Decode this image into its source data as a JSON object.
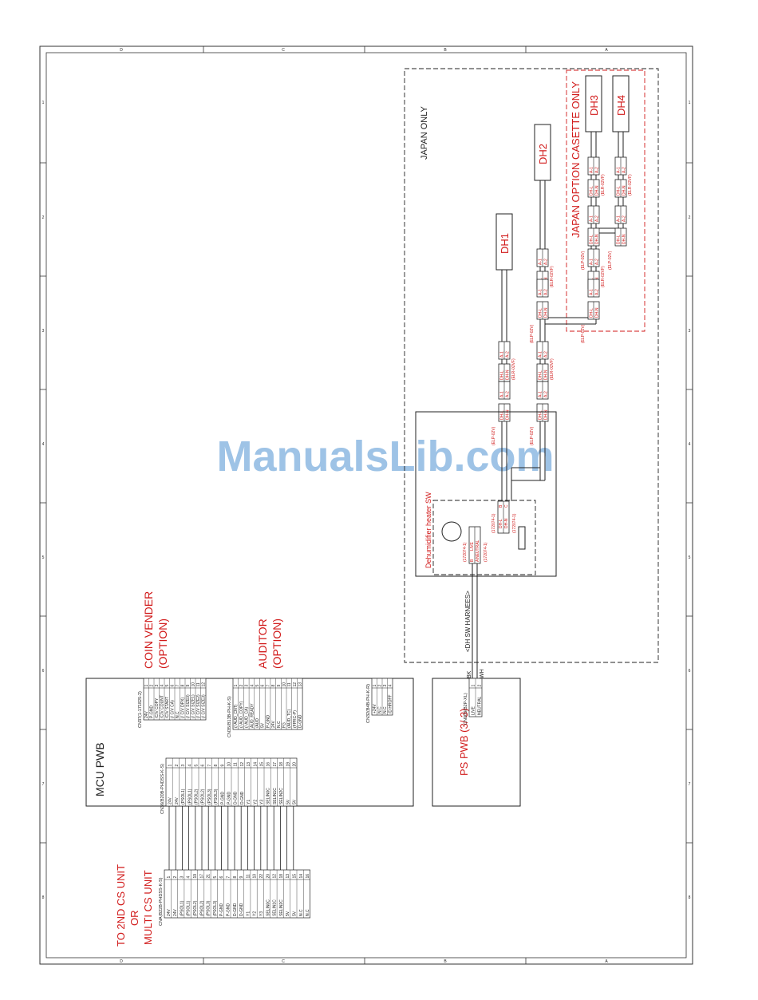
{
  "watermark": "ManualsLib.com",
  "colors": {
    "ink": "#222222",
    "schematic_red": "#d11a1a",
    "watermark": "#9ec3e6"
  },
  "border_letters": [
    "D",
    "C",
    "B",
    "A"
  ],
  "border_numbers": [
    "1",
    "2",
    "3",
    "4",
    "5",
    "6",
    "7",
    "8"
  ],
  "regions": {
    "japan_only": "JAPAN ONLY",
    "japan_option": "JAPAN OPTION CASETTE ONLY",
    "dh_sw_harness": "<DH SW HARNEES>"
  },
  "heaters": {
    "dh1": "DH1",
    "dh2": "DH2",
    "dh3": "DH3",
    "dh4": "DH4"
  },
  "connector_pins": {
    "a1": "A-1",
    "a2": "A-2",
    "dh_l": "DH-L",
    "dh_n": "DH-N"
  },
  "elr": "(ELR-02VF)",
  "elp": "(ELP-02V)",
  "dehumid": {
    "title": "Dehumidifier heater SW",
    "left_pins": [
      "LIVE",
      "NEUTRAL"
    ],
    "left_ids": [
      "B",
      "A"
    ],
    "left_part_a": "(172074-1)",
    "left_part_b": "(172074-1)",
    "right_pins": [
      "DH-L",
      "DH-N"
    ],
    "right_ids": [
      "B",
      "C"
    ],
    "right_part_a": "(172074-1)",
    "right_part_b": "(172074-1)"
  },
  "mcu": {
    "title": "MCU PWB",
    "coin_vender": [
      "COIN VENDER",
      "(OPTION)"
    ],
    "auditor": [
      "AUDITOR",
      "(OPTION)"
    ],
    "cn37_label": "CN37(1-171825-2)",
    "cn37": [
      {
        "name": "24V",
        "pin": "1"
      },
      {
        "name": "P-GND",
        "pin": "2"
      },
      {
        "name": "/C/V COPY",
        "pin": "3"
      },
      {
        "name": "/C/V COUNT",
        "pin": "4"
      },
      {
        "name": "/C/V START",
        "pin": "5"
      },
      {
        "name": "(/ C/V CA)",
        "pin": "6"
      },
      {
        "name": "N.C",
        "pin": "7"
      },
      {
        "name": "(/ C/V DPX)",
        "pin": "8"
      },
      {
        "name": "(/ C/V SIZE0)",
        "pin": "9"
      },
      {
        "name": "(/ C/V SIZE1)",
        "pin": "10"
      },
      {
        "name": "(/ C/V SIZE2)",
        "pin": "11"
      },
      {
        "name": "(/ C/V SIZE3)",
        "pin": "12"
      }
    ],
    "cn35_label": "CN35(B13B-PH-K-S)",
    "cn35": [
      {
        "name": "(/ AUD_CNT)",
        "pin": "1"
      },
      {
        "name": "(/ AUD_COPY)",
        "pin": "2"
      },
      {
        "name": "(/ AUD_CA)",
        "pin": "3"
      },
      {
        "name": "AUD_READY",
        "pin": "4"
      },
      {
        "name": "/AUD",
        "pin": "5"
      },
      {
        "name": "5V",
        "pin": "6"
      },
      {
        "name": "P-GND",
        "pin": "7"
      },
      {
        "name": "24V",
        "pin": "8"
      },
      {
        "name": "N.C",
        "pin": "9"
      },
      {
        "name": "FG",
        "pin": "10"
      },
      {
        "name": "(AUD_TC)",
        "pin": "11"
      },
      {
        "name": "(FPRC-P)",
        "pin": "12"
      },
      {
        "name": "D-GND",
        "pin": "13"
      }
    ],
    "cn32_label": "CN32(B4B-PH-K-R)",
    "cn32": [
      {
        "name": "+24V",
        "pin": "1"
      },
      {
        "name": "N.C",
        "pin": "2"
      },
      {
        "name": "N.C",
        "pin": "3"
      },
      {
        "name": "/D HROFF",
        "pin": "4"
      }
    ],
    "cn36_label": "CN36(B20B-PHDSS-K-S)",
    "cn36": [
      {
        "name": "24V",
        "pin": "1"
      },
      {
        "name": "24V",
        "pin": "2"
      },
      {
        "name": "(PSOL1)",
        "pin": "3"
      },
      {
        "name": "(PSOL1)",
        "pin": "4"
      },
      {
        "name": "(PSOL2)",
        "pin": "5"
      },
      {
        "name": "(PSOL2)",
        "pin": "6"
      },
      {
        "name": "(PSOL3)",
        "pin": "7"
      },
      {
        "name": "(PSOL3)",
        "pin": "8"
      },
      {
        "name": "P-GND",
        "pin": "9"
      },
      {
        "name": "P-GND",
        "pin": "10"
      },
      {
        "name": "D-GND",
        "pin": "11"
      },
      {
        "name": "D-GND",
        "pin": "12"
      },
      {
        "name": "Y1",
        "pin": "13"
      },
      {
        "name": "Y2",
        "pin": "14"
      },
      {
        "name": "Y3",
        "pin": "15"
      },
      {
        "name": "SELIN0C",
        "pin": "16"
      },
      {
        "name": "SELIN1C",
        "pin": "17"
      },
      {
        "name": "SELIN2C",
        "pin": "18"
      },
      {
        "name": "5V",
        "pin": "19"
      },
      {
        "name": "5V",
        "pin": "20"
      }
    ]
  },
  "ps": {
    "title": "PS PWB (3/ 3)",
    "cn_label": "CN003(B2P-XL)",
    "pins": [
      {
        "name": "LIVE",
        "pin": "1"
      },
      {
        "name": "NEUTRAL",
        "pin": "2"
      }
    ],
    "wire_bk": "BK",
    "wire_wh": "WH"
  },
  "cs": {
    "title": [
      "TO 2ND CS UNIT",
      "OR",
      "MULTI CS UNIT"
    ],
    "cn_label": "CNA(B22B-PHDSS-K-S)",
    "pins": [
      {
        "name": "24V",
        "pin": "1"
      },
      {
        "name": "24V",
        "pin": "2"
      },
      {
        "name": "(PSOL1)",
        "pin": "3"
      },
      {
        "name": "(PSOL1)",
        "pin": "4"
      },
      {
        "name": "(PSOL2)",
        "pin": "19"
      },
      {
        "name": "(PSOL2)",
        "pin": "17"
      },
      {
        "name": "(PSOL3)",
        "pin": "21"
      },
      {
        "name": "(PSOL3)",
        "pin": "5"
      },
      {
        "name": "P-GND",
        "pin": "6"
      },
      {
        "name": "P-GND",
        "pin": "7"
      },
      {
        "name": "D-GND",
        "pin": "8"
      },
      {
        "name": "D-GND",
        "pin": "9"
      },
      {
        "name": "Y1",
        "pin": "11"
      },
      {
        "name": "Y2",
        "pin": "10"
      },
      {
        "name": "Y3",
        "pin": "22"
      },
      {
        "name": "SELIN0C",
        "pin": "20"
      },
      {
        "name": "SELIN1C",
        "pin": "12"
      },
      {
        "name": "SELIN2C",
        "pin": "18"
      },
      {
        "name": "5V",
        "pin": "13"
      },
      {
        "name": "5V",
        "pin": "15"
      },
      {
        "name": "N.C",
        "pin": "14"
      },
      {
        "name": "N.C",
        "pin": "16"
      }
    ]
  }
}
